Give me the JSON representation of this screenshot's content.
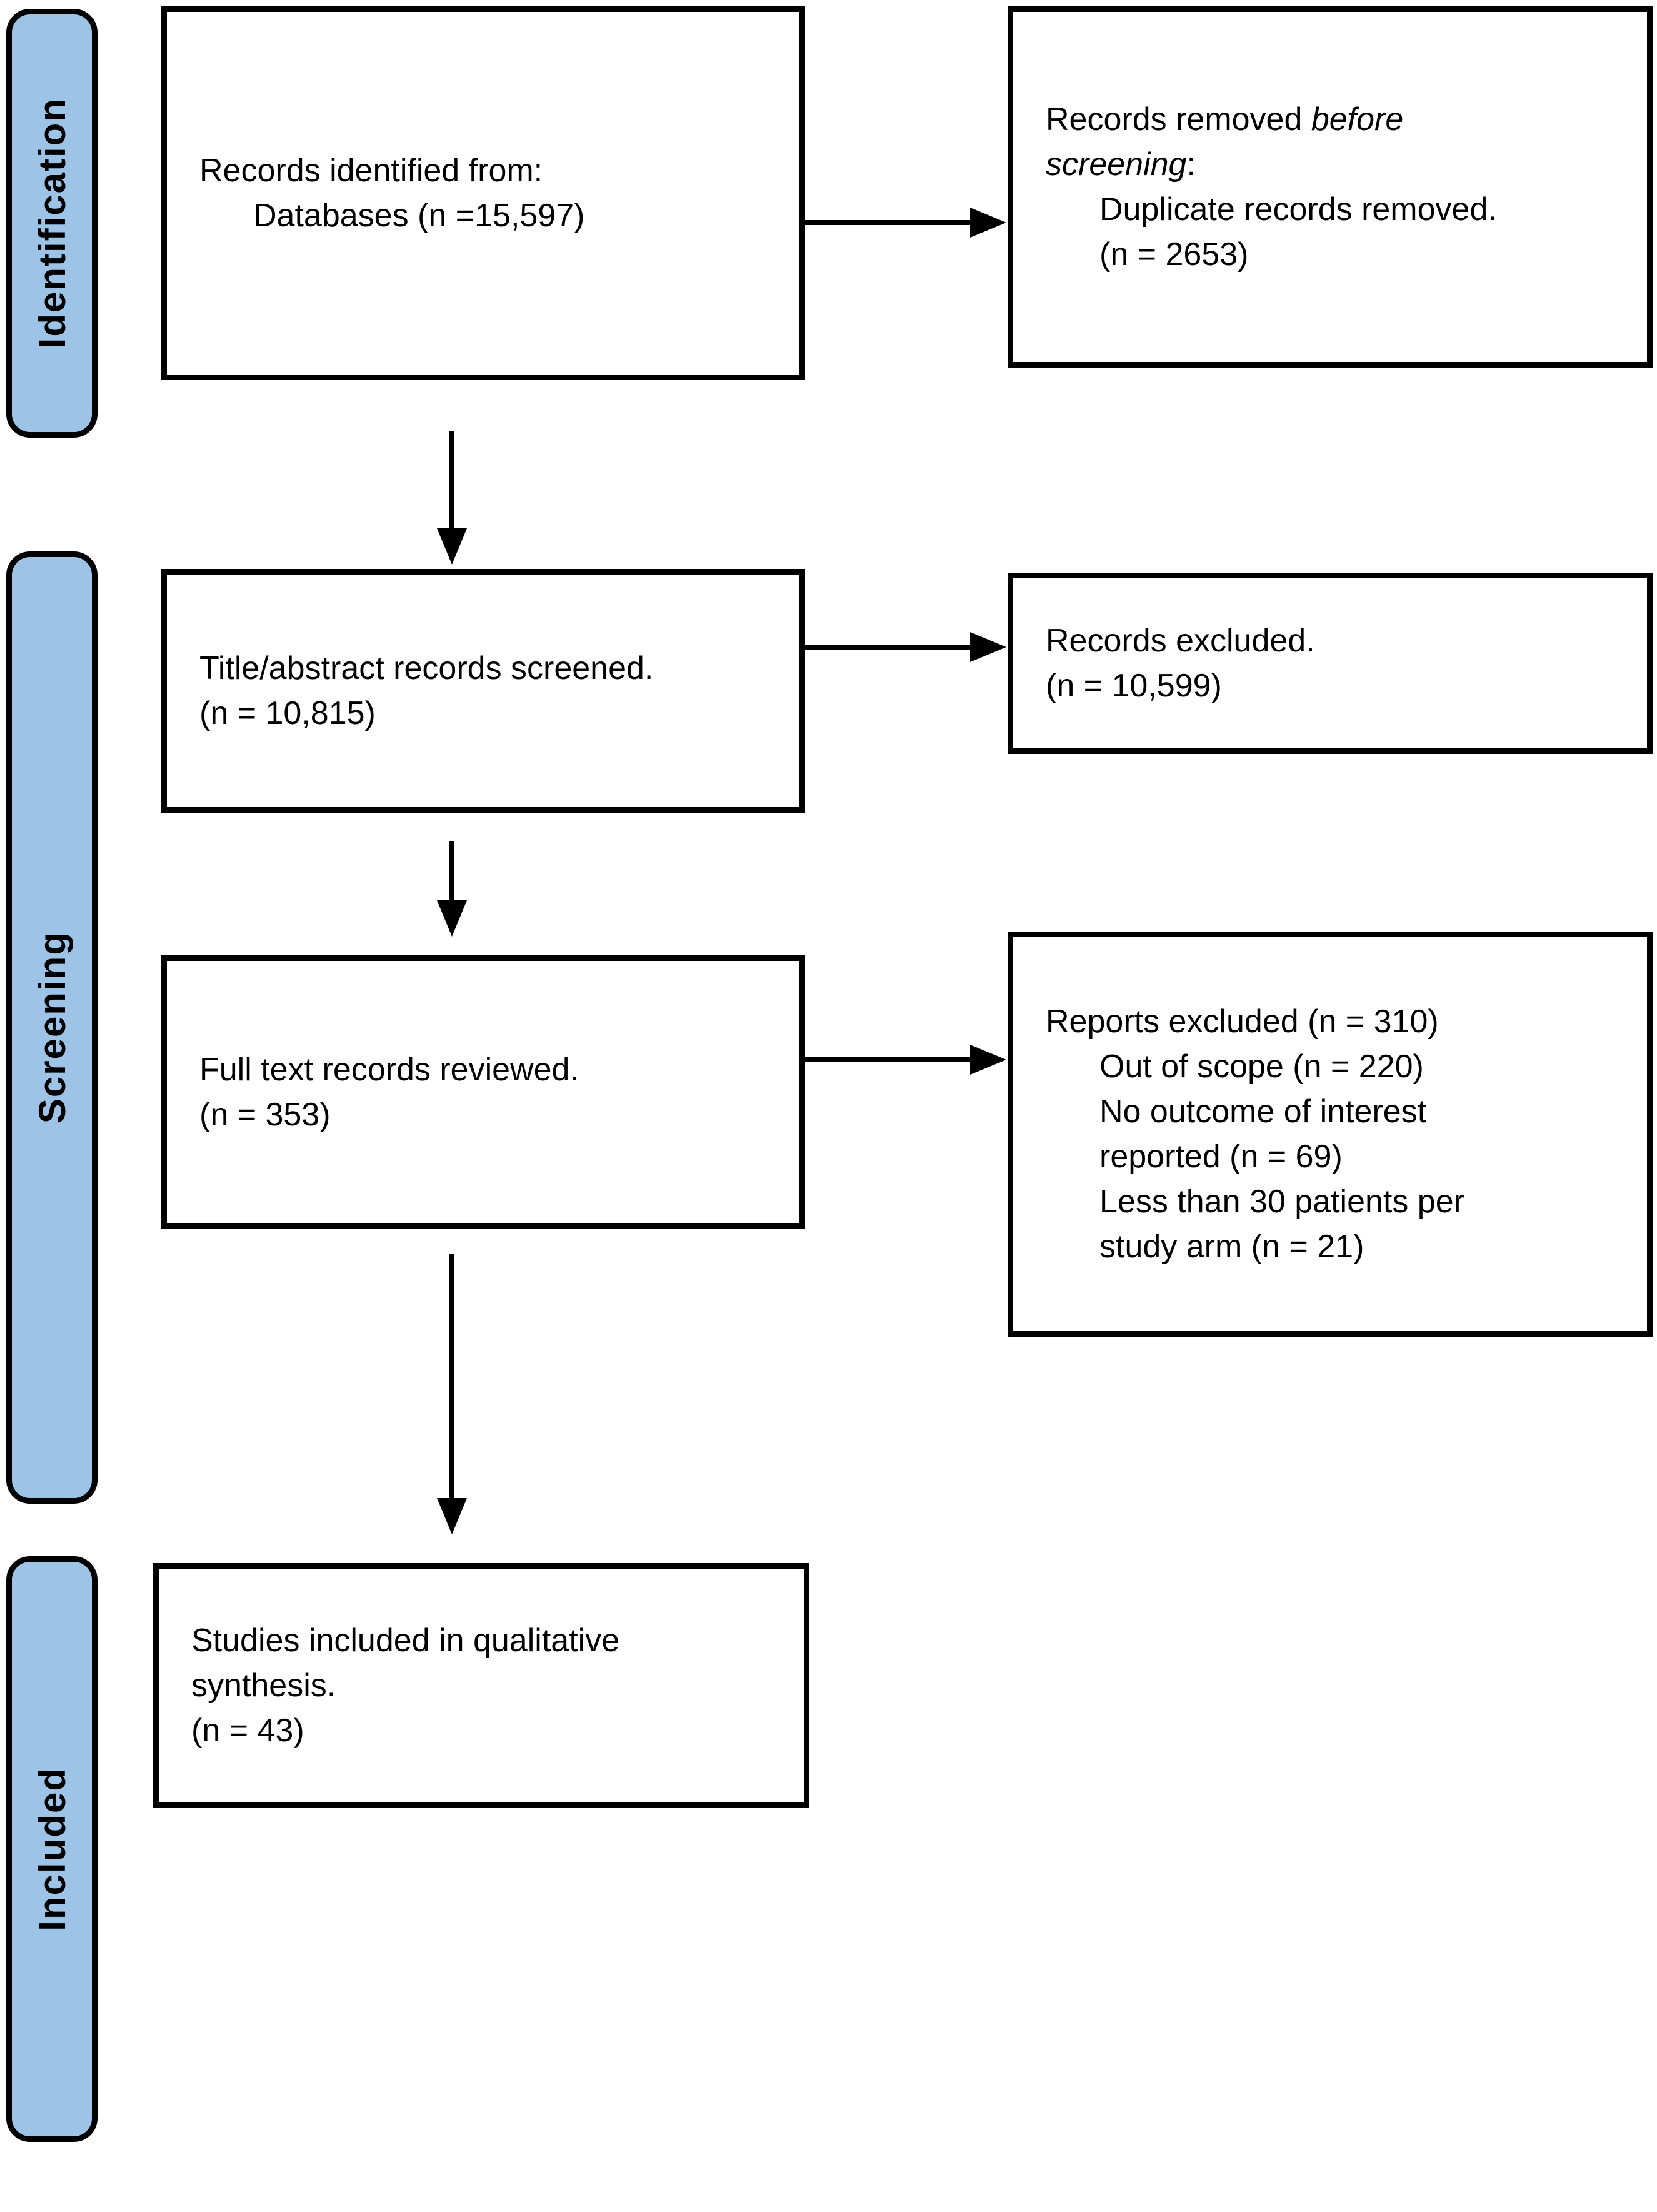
{
  "colors": {
    "tab_fill": "#9dc3e6",
    "line_color": "#000000",
    "background": "#ffffff"
  },
  "sidebar": {
    "identification": "Identification",
    "screening": "Screening",
    "included": "Included"
  },
  "boxes": {
    "identified": {
      "line1": "Records identified from:",
      "line2": "Databases (n =15,597)"
    },
    "removed": {
      "line1_prefix": "Records removed ",
      "line1_italic": "before",
      "line2_italic": "screening",
      "line2_suffix": ":",
      "detail1": "Duplicate records removed.",
      "detail2": "(n = 2653)"
    },
    "screened": {
      "line1": "Title/abstract records screened.",
      "line2": "(n = 10,815)"
    },
    "records_excluded": {
      "line1": "Records excluded.",
      "line2": "(n = 10,599)"
    },
    "fulltext": {
      "line1": "Full text records reviewed.",
      "line2": "(n = 353)"
    },
    "reports_excluded": {
      "title": "Reports excluded (n = 310)",
      "reasons": [
        "Out of scope (n = 220)",
        "No outcome of interest",
        "reported (n = 69)",
        "Less than 30 patients per",
        "study arm (n = 21)"
      ]
    },
    "included_studies": {
      "line1": "Studies included in qualitative",
      "line2": "synthesis.",
      "line3": "(n = 43)"
    }
  }
}
